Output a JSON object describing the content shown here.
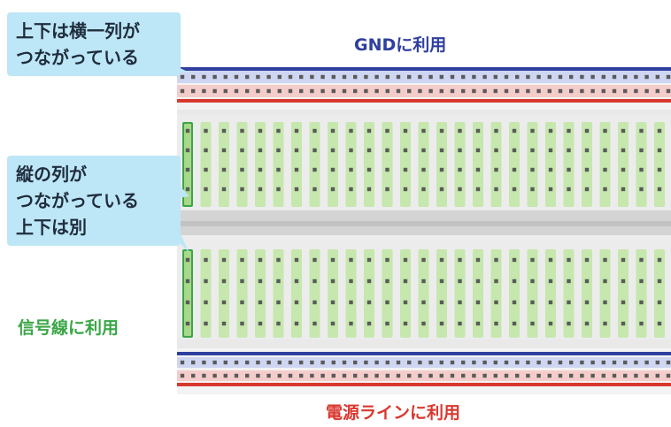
{
  "callouts": {
    "rail_row": {
      "lines": [
        "上下は横一列が",
        "つながっている"
      ]
    },
    "terminal_column": {
      "lines": [
        "縦の列が",
        "つながっている",
        "上下は別"
      ]
    }
  },
  "labels": {
    "gnd": "GNDに利用",
    "power": "電源ラインに利用",
    "signal": "信号線に利用"
  },
  "colors": {
    "gnd_blue": "#2e3f9e",
    "power_red": "#d9382f",
    "signal_green": "#3aa646",
    "highlight_green": "#c6e7ad",
    "callout_bg": "#bde6f6",
    "board": "#e9e9e9",
    "hole": "#5a5a5a"
  }
}
